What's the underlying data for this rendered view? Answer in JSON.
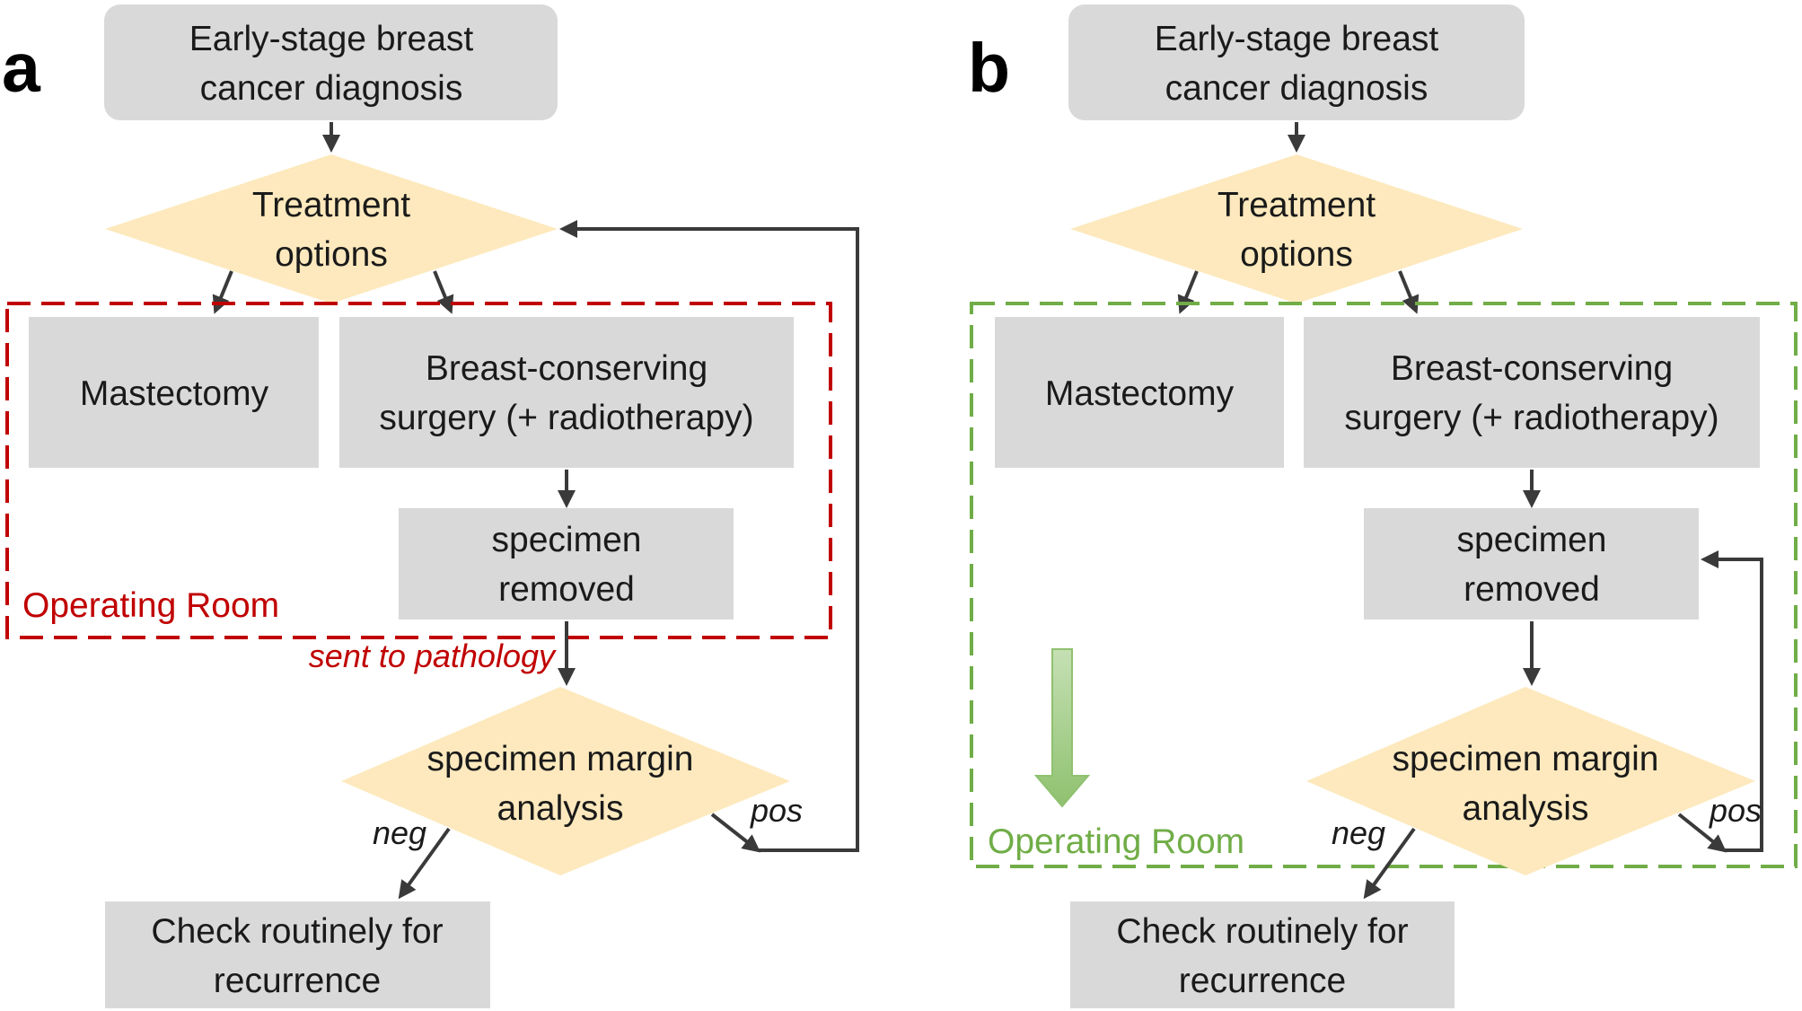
{
  "panel_a": {
    "label": "a",
    "diagnosis": [
      "Early-stage breast",
      "cancer diagnosis"
    ],
    "treatment": [
      "Treatment",
      "options"
    ],
    "mastectomy": "Mastectomy",
    "bcs": [
      "Breast-conserving",
      "surgery (+ radiotherapy)"
    ],
    "specimen": [
      "specimen",
      "removed"
    ],
    "operating_room": "Operating Room",
    "sent_to_pathology": "sent to pathology",
    "margin": [
      "specimen margin",
      "analysis"
    ],
    "neg": "neg",
    "pos": "pos",
    "check": [
      "Check routinely for",
      "recurrence"
    ]
  },
  "panel_b": {
    "label": "b",
    "diagnosis": [
      "Early-stage breast",
      "cancer diagnosis"
    ],
    "treatment": [
      "Treatment",
      "options"
    ],
    "mastectomy": "Mastectomy",
    "bcs": [
      "Breast-conserving",
      "surgery (+ radiotherapy)"
    ],
    "specimen": [
      "specimen",
      "removed"
    ],
    "operating_room": "Operating Room",
    "margin": [
      "specimen margin",
      "analysis"
    ],
    "neg": "neg",
    "pos": "pos",
    "check": [
      "Check routinely for",
      "recurrence"
    ]
  },
  "colors": {
    "box": "#d9d9d9",
    "diamond": "#fde9bd",
    "red": "#c00000",
    "green": "#70ad47",
    "arrow": "#3a3a3a"
  }
}
